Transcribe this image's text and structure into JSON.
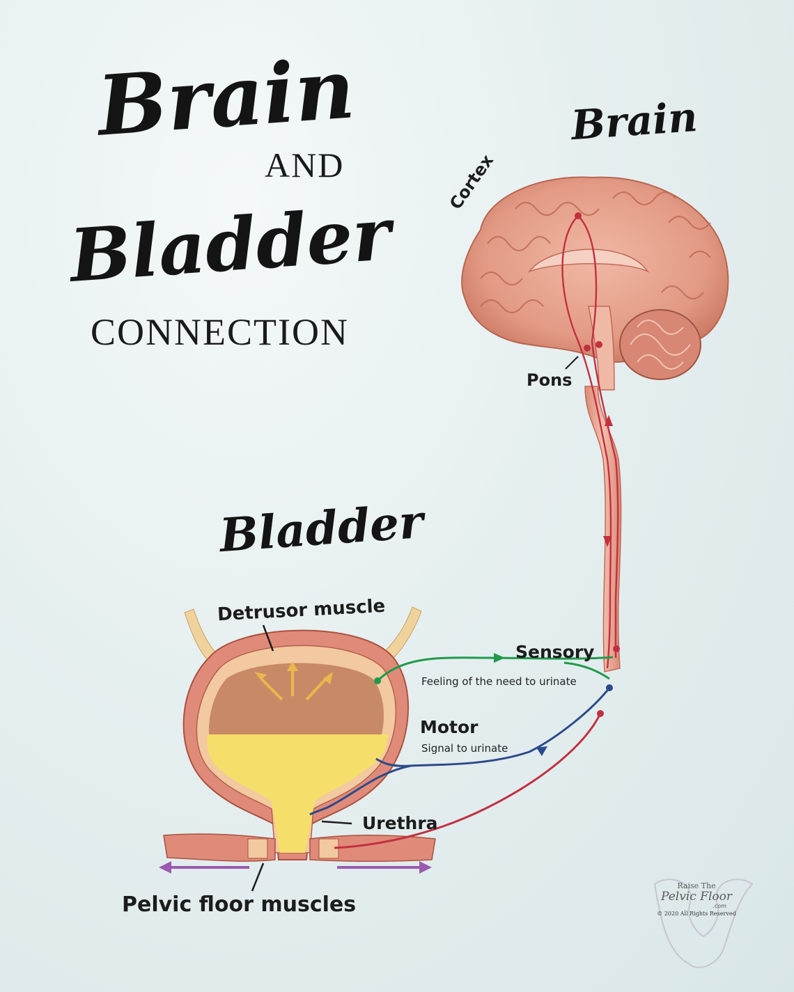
{
  "title": {
    "line1": "Brain",
    "line2": "AND",
    "line3": "Bladder",
    "line4": "CONNECTION"
  },
  "sections": {
    "brain_heading": "Brain",
    "bladder_heading": "Bladder"
  },
  "labels": {
    "cortex": "Cortex",
    "pons": "Pons",
    "detrusor": "Detrusor muscle",
    "sensory": "Sensory",
    "sensory_desc": "Feeling of the need to urinate",
    "motor": "Motor",
    "motor_desc": "Signal to urinate",
    "urethra": "Urethra",
    "pelvic_floor": "Pelvic floor muscles"
  },
  "logo": {
    "line1": "Raise The",
    "line2": "Pelvic Floor",
    "line3": ".com",
    "copyright": "© 2020 All Rights Reserved"
  },
  "colors": {
    "sensory": "#1f9a4a",
    "motor": "#2a4a8a",
    "pelvic": "#c23040",
    "arrows": "#9a5ab0",
    "tissue": "#e39a86",
    "urine": "#f5d860"
  }
}
